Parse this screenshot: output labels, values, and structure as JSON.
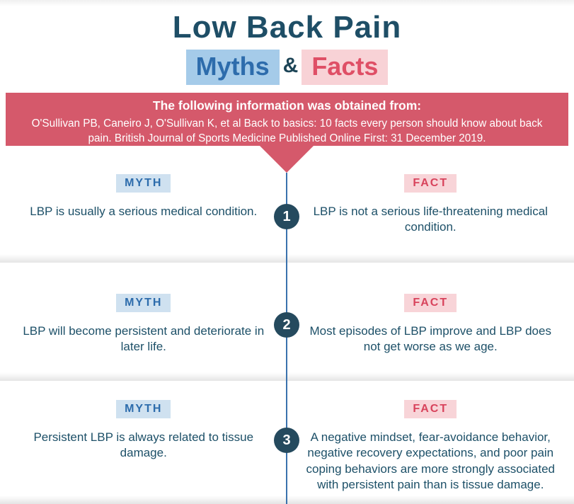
{
  "title": {
    "main": "Low Back Pain",
    "myths": "Myths",
    "amp": "&",
    "facts": "Facts"
  },
  "source_banner": {
    "heading": "The following information was obtained from:",
    "citation": "O'Sullivan PB, Caneiro J, O'Sullivan K, et al Back to basics: 10 facts every person should know about back pain. British Journal of Sports Medicine Published Online First: 31 December 2019."
  },
  "labels": {
    "myth": "MYTH",
    "fact": "FACT"
  },
  "rows": [
    {
      "number": "1",
      "myth": "LBP is usually a serious medical condition.",
      "fact": "LBP is not a serious life-threatening medical condition."
    },
    {
      "number": "2",
      "myth": "LBP will become persistent and deteriorate in later life.",
      "fact": "Most episodes of LBP improve and LBP does not get worse as we age."
    },
    {
      "number": "3",
      "myth": "Persistent LBP is always related to tissue damage.",
      "fact": "A negative mindset, fear-avoidance behavior, negative recovery expectations, and poor pain coping behaviors are more strongly associated with persistent pain than is tissue damage."
    }
  ],
  "colors": {
    "title_navy": "#1e4e66",
    "myths_text": "#2d6cac",
    "myths_bg": "#a5cbe9",
    "facts_text": "#df4f66",
    "facts_bg": "#f8d2d6",
    "banner_bg": "#d5596b",
    "banner_text": "#ffffff",
    "myth_chip_bg": "#cfe1f0",
    "fact_chip_bg": "#f8d4d8",
    "body_text": "#1d5068",
    "timeline_line": "#3a72ad",
    "badge_bg": "#254a5e"
  }
}
